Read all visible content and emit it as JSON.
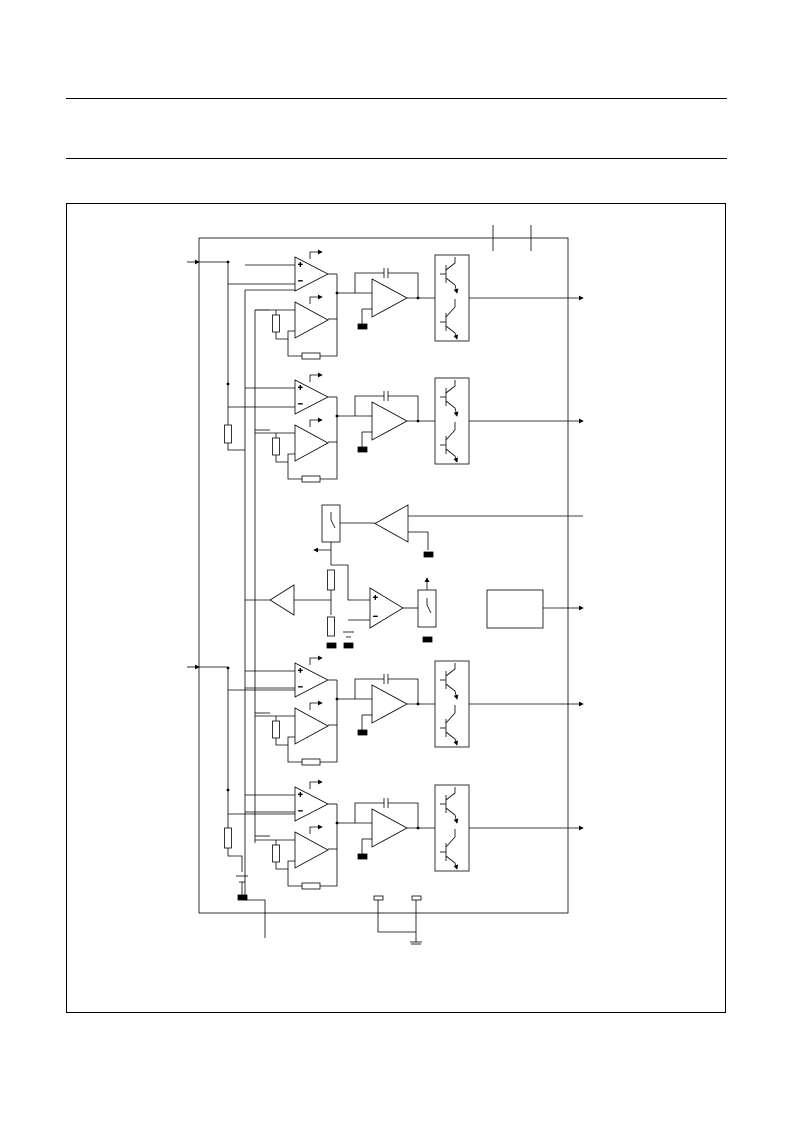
{
  "page": {
    "header_rules": 2
  },
  "diagram": {
    "kind": "block-schematic",
    "text_labels": [],
    "channels": [
      {
        "id": 1,
        "stages": [
          "input comparator pair",
          "integrator with feedback capacitor",
          "complementary output stage"
        ],
        "output": "arrow"
      },
      {
        "id": 2,
        "stages": [
          "input comparator pair",
          "integrator with feedback capacitor",
          "complementary output stage"
        ],
        "output": "arrow"
      },
      {
        "id": 3,
        "stages": [
          "input comparator pair",
          "integrator with feedback capacitor",
          "complementary output stage"
        ],
        "output": "arrow"
      },
      {
        "id": 4,
        "stages": [
          "input comparator pair",
          "integrator with feedback capacitor",
          "complementary output stage"
        ],
        "output": "arrow"
      }
    ],
    "middle_section": [
      "comparator with switch",
      "buffer",
      "divider with reference",
      "comparator with switch",
      "logic block"
    ],
    "icons": {
      "opamp": "triangle-symbol",
      "resistor": "rectangle-symbol",
      "capacitor": "parallel-plates-symbol",
      "ground": "ground-symbol",
      "transistor": "bjt-symbol"
    },
    "colors": {
      "line": "#000000",
      "background": "#ffffff"
    }
  }
}
